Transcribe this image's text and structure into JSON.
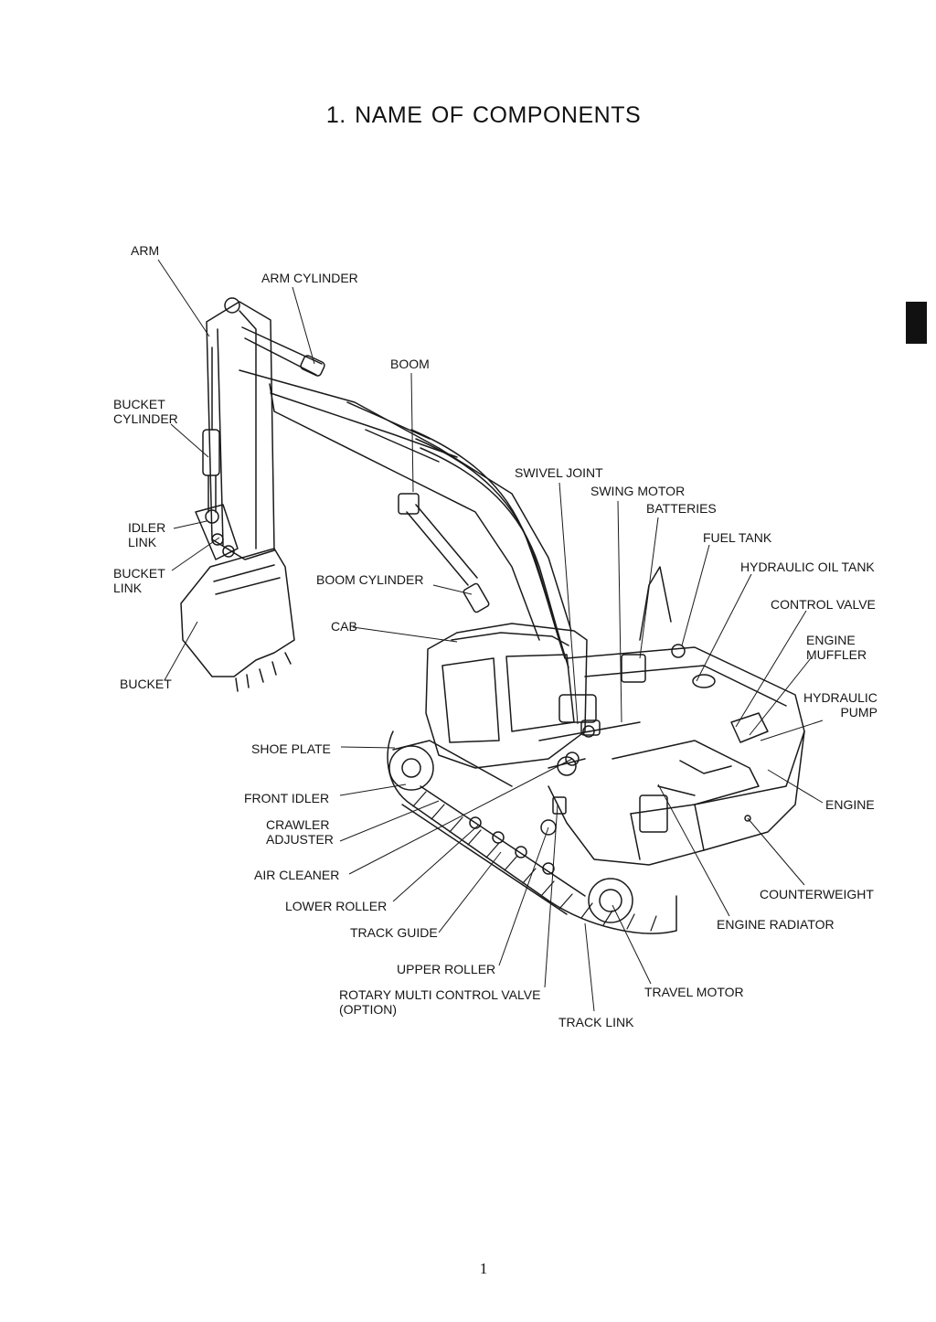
{
  "document": {
    "heading": "1.  NAME OF COMPONENTS",
    "page_number": "1"
  },
  "labels": {
    "arm": "ARM",
    "arm_cylinder": "ARM CYLINDER",
    "boom": "BOOM",
    "bucket_cylinder": "BUCKET\nCYLINDER",
    "idler_link": "IDLER\nLINK",
    "bucket_link": "BUCKET\nLINK",
    "bucket": "BUCKET",
    "swivel_joint": "SWIVEL JOINT",
    "swing_motor": "SWING MOTOR",
    "batteries": "BATTERIES",
    "fuel_tank": "FUEL TANK",
    "hydraulic_oil_tank": "HYDRAULIC OIL TANK",
    "control_valve": "CONTROL VALVE",
    "boom_cylinder": "BOOM CYLINDER",
    "cab": "CAB",
    "engine_muffler": "ENGINE\nMUFFLER",
    "hydraulic_pump": "HYDRAULIC\nPUMP",
    "shoe_plate": "SHOE PLATE",
    "front_idler": "FRONT IDLER",
    "crawler_adjuster": "CRAWLER\nADJUSTER",
    "engine": "ENGINE",
    "air_cleaner": "AIR CLEANER",
    "counterweight": "COUNTERWEIGHT",
    "lower_roller": "LOWER ROLLER",
    "engine_radiator": "ENGINE RADIATOR",
    "track_guide": "TRACK GUIDE",
    "upper_roller": "UPPER ROLLER",
    "rotary_multi_control_valve": "ROTARY MULTI CONTROL VALVE\n(OPTION)",
    "travel_motor": "TRAVEL MOTOR",
    "track_link": "TRACK LINK"
  }
}
